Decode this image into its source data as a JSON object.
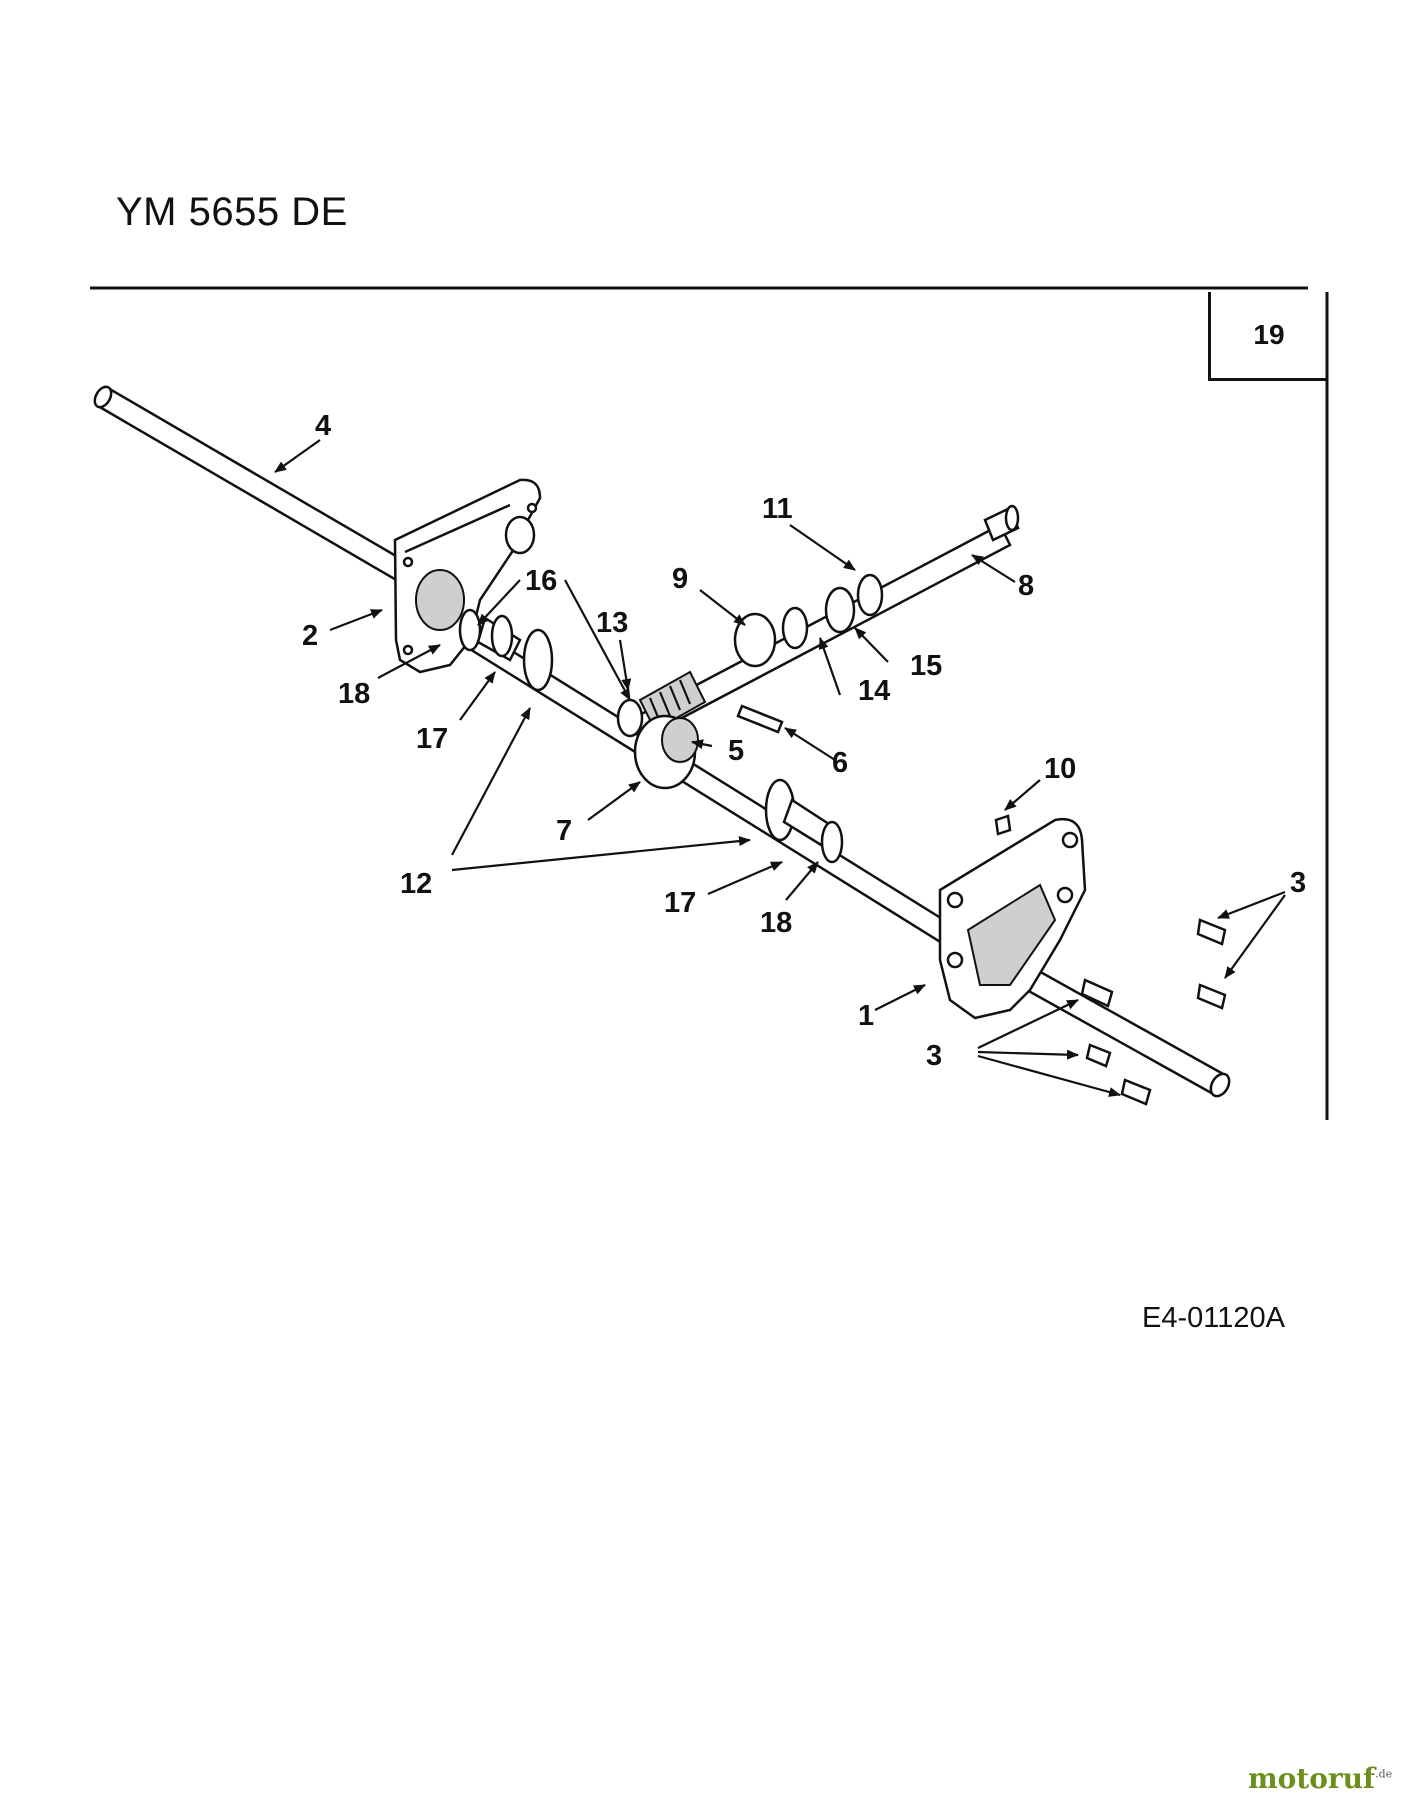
{
  "title": "YM 5655 DE",
  "page_number": "19",
  "diagram_code": "E4-01120A",
  "watermark": {
    "brand_main": "motoruf",
    "brand_suffix": ".de"
  },
  "callouts": {
    "c1": "1",
    "c2": "2",
    "c3a": "3",
    "c3b": "3",
    "c4": "4",
    "c5": "5",
    "c6": "6",
    "c7": "7",
    "c8": "8",
    "c9": "9",
    "c10": "10",
    "c11": "11",
    "c12": "12",
    "c13": "13",
    "c14": "14",
    "c15": "15",
    "c16": "16",
    "c17a": "17",
    "c17b": "17",
    "c18a": "18",
    "c18b": "18"
  },
  "colors": {
    "line": "#111111",
    "watermark_green": "#6a8f1a",
    "watermark_orange": "#c8460e"
  }
}
